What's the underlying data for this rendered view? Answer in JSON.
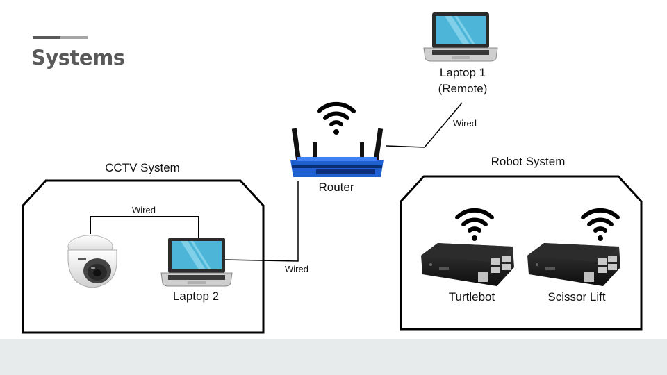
{
  "slide": {
    "title": "Systems",
    "groups": {
      "cctv": "CCTV System",
      "robot": "Robot System"
    },
    "devices": {
      "laptop1_line1": "Laptop 1",
      "laptop1_line2": "(Remote)",
      "router": "Router",
      "laptop2": "Laptop 2",
      "turtlebot": "Turtlebot",
      "scissor_lift": "Scissor Lift"
    },
    "connections": {
      "camera_laptop2": "Wired",
      "laptop2_router": "Wired",
      "router_laptop1": "Wired"
    }
  },
  "icons": [
    "laptop-icon",
    "router-icon",
    "wifi-icon",
    "dome-camera-icon",
    "raspberry-pi-case-icon"
  ],
  "colors": {
    "title": "#595959",
    "footer": "#e8ebec",
    "screen": "#4db6d8",
    "router_body": "#1f5fd1",
    "case": "#1c1c1c",
    "usb_port": "#c9c9c9",
    "ethernet_port": "#c0c0c0"
  }
}
